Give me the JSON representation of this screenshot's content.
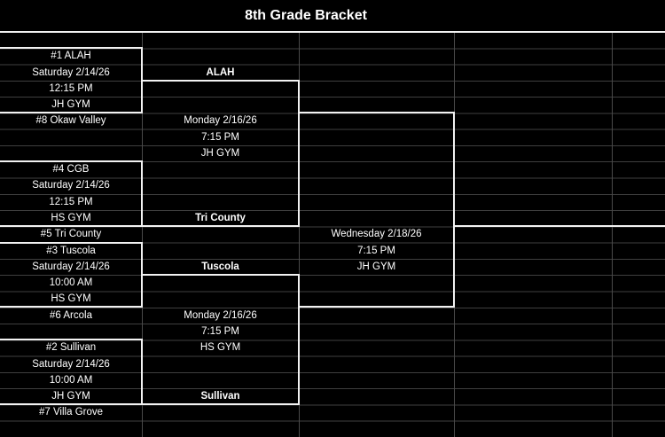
{
  "title": "8th Grade Bracket",
  "games": [
    {
      "team1": "#1 ALAH",
      "date": "Saturday 2/14/26",
      "time": "12:15 PM",
      "venue": "JH GYM",
      "team2": "#8 Okaw Valley",
      "winner": "ALAH"
    },
    {
      "team1": "#4 CGB",
      "date": "Saturday 2/14/26",
      "time": "12:15 PM",
      "venue": "HS GYM",
      "team2": "#5 Tri County",
      "winner": "Tri County"
    },
    {
      "team1": "#3 Tuscola",
      "date": "Saturday 2/14/26",
      "time": "10:00 AM",
      "venue": "HS GYM",
      "team2": "#6 Arcola",
      "winner": "Tuscola"
    },
    {
      "team1": "#2 Sullivan",
      "date": "Saturday 2/14/26",
      "time": "10:00 AM",
      "venue": "JH GYM",
      "team2": "#7 Villa Grove",
      "winner": "Sullivan"
    }
  ],
  "semifinals": [
    {
      "date": "Monday 2/16/26",
      "time": "7:15 PM",
      "venue": "JH GYM"
    },
    {
      "date": "Monday 2/16/26",
      "time": "7:15 PM",
      "venue": "HS GYM"
    }
  ],
  "championship": {
    "date": "Wednesday 2/18/26",
    "time": "7:15 PM",
    "venue": "JH GYM"
  },
  "colors": {
    "background": "#000000",
    "text": "#ffffff",
    "bracket_line": "#f2f2f2",
    "grid_line": "#4a4a4a"
  }
}
